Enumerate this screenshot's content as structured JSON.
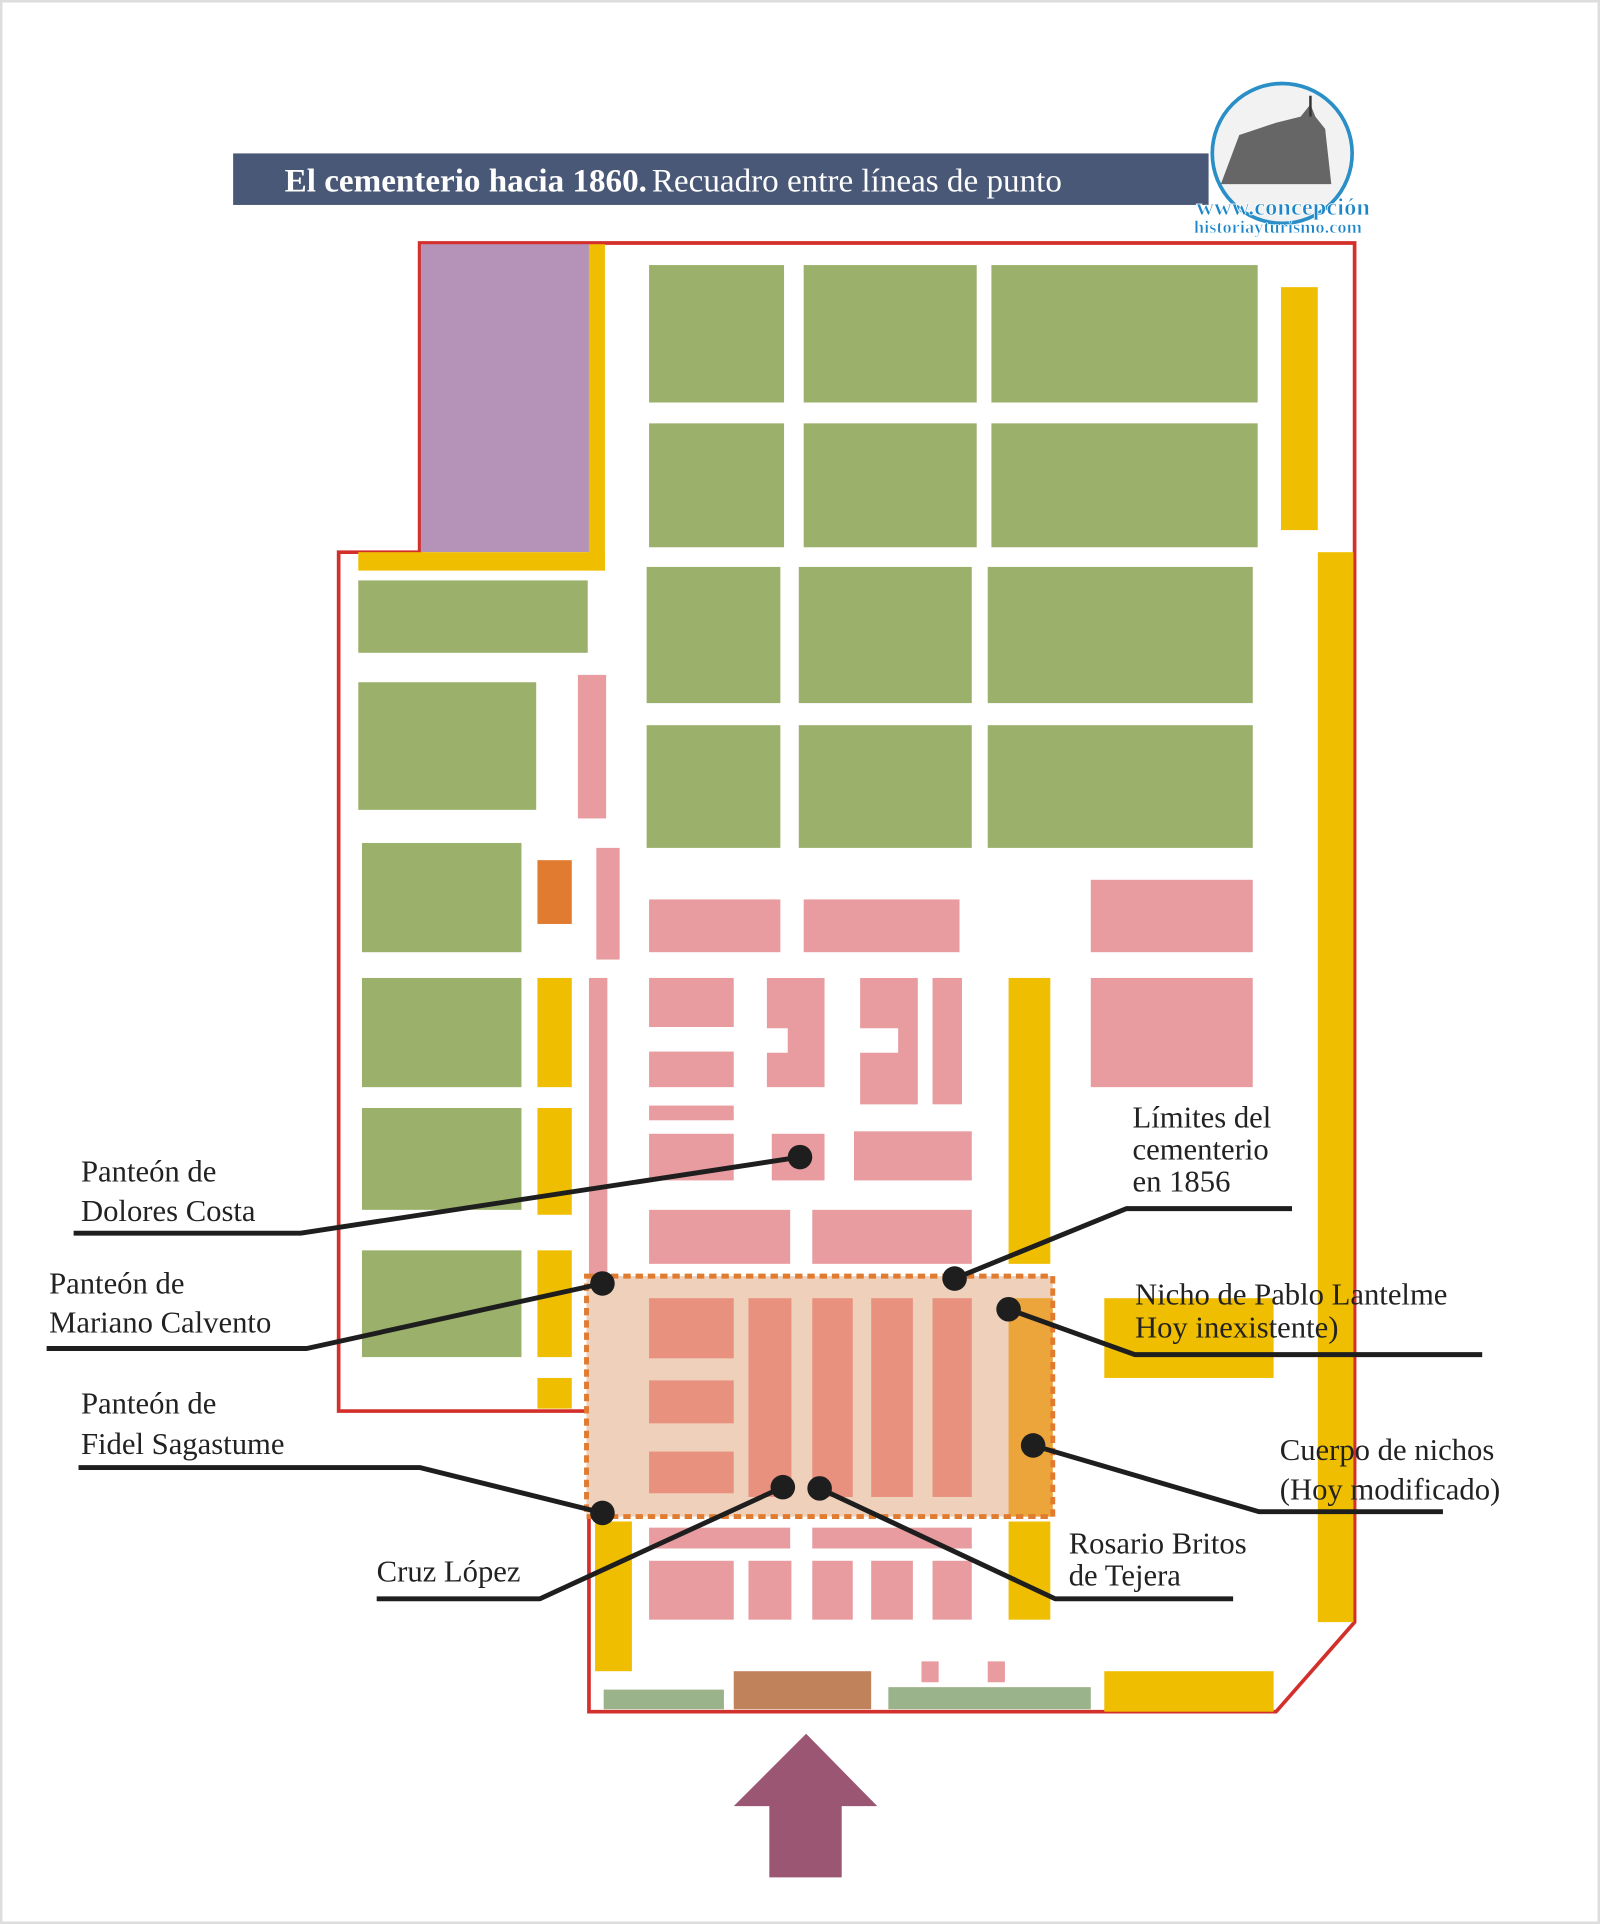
{
  "title": {
    "bold": "El cementerio hacia 1860.",
    "regular": "Recuadro entre líneas de punto"
  },
  "logo": {
    "line1": "www.concepción",
    "line2": "historiayturismo.com"
  },
  "labels": {
    "dolores": [
      "Panteón de",
      "Dolores Costa"
    ],
    "mariano": [
      "Panteón de",
      "Mariano Calvento"
    ],
    "fidel": [
      "Panteón de",
      "Fidel Sagastume"
    ],
    "cruz": [
      "Cruz López"
    ],
    "rosario": [
      "Rosario Britos",
      "de Tejera"
    ],
    "limites": [
      "Límites del",
      "cementerio",
      "en 1856"
    ],
    "nicho": [
      "Nicho de Pablo Lantelme",
      "Hoy inexistente)"
    ],
    "cuerpo": [
      "Cuerpo de nichos",
      "(Hoy modificado)"
    ]
  },
  "colors": {
    "green": "#9bb06a",
    "pink": "#e89ca0",
    "yellow": "#f0be00",
    "purple": "#b592b8",
    "boundary": "#d3302c",
    "title_bg": "#4a5878",
    "arrow": "#9b5673",
    "highlight": "#efd1bb"
  }
}
